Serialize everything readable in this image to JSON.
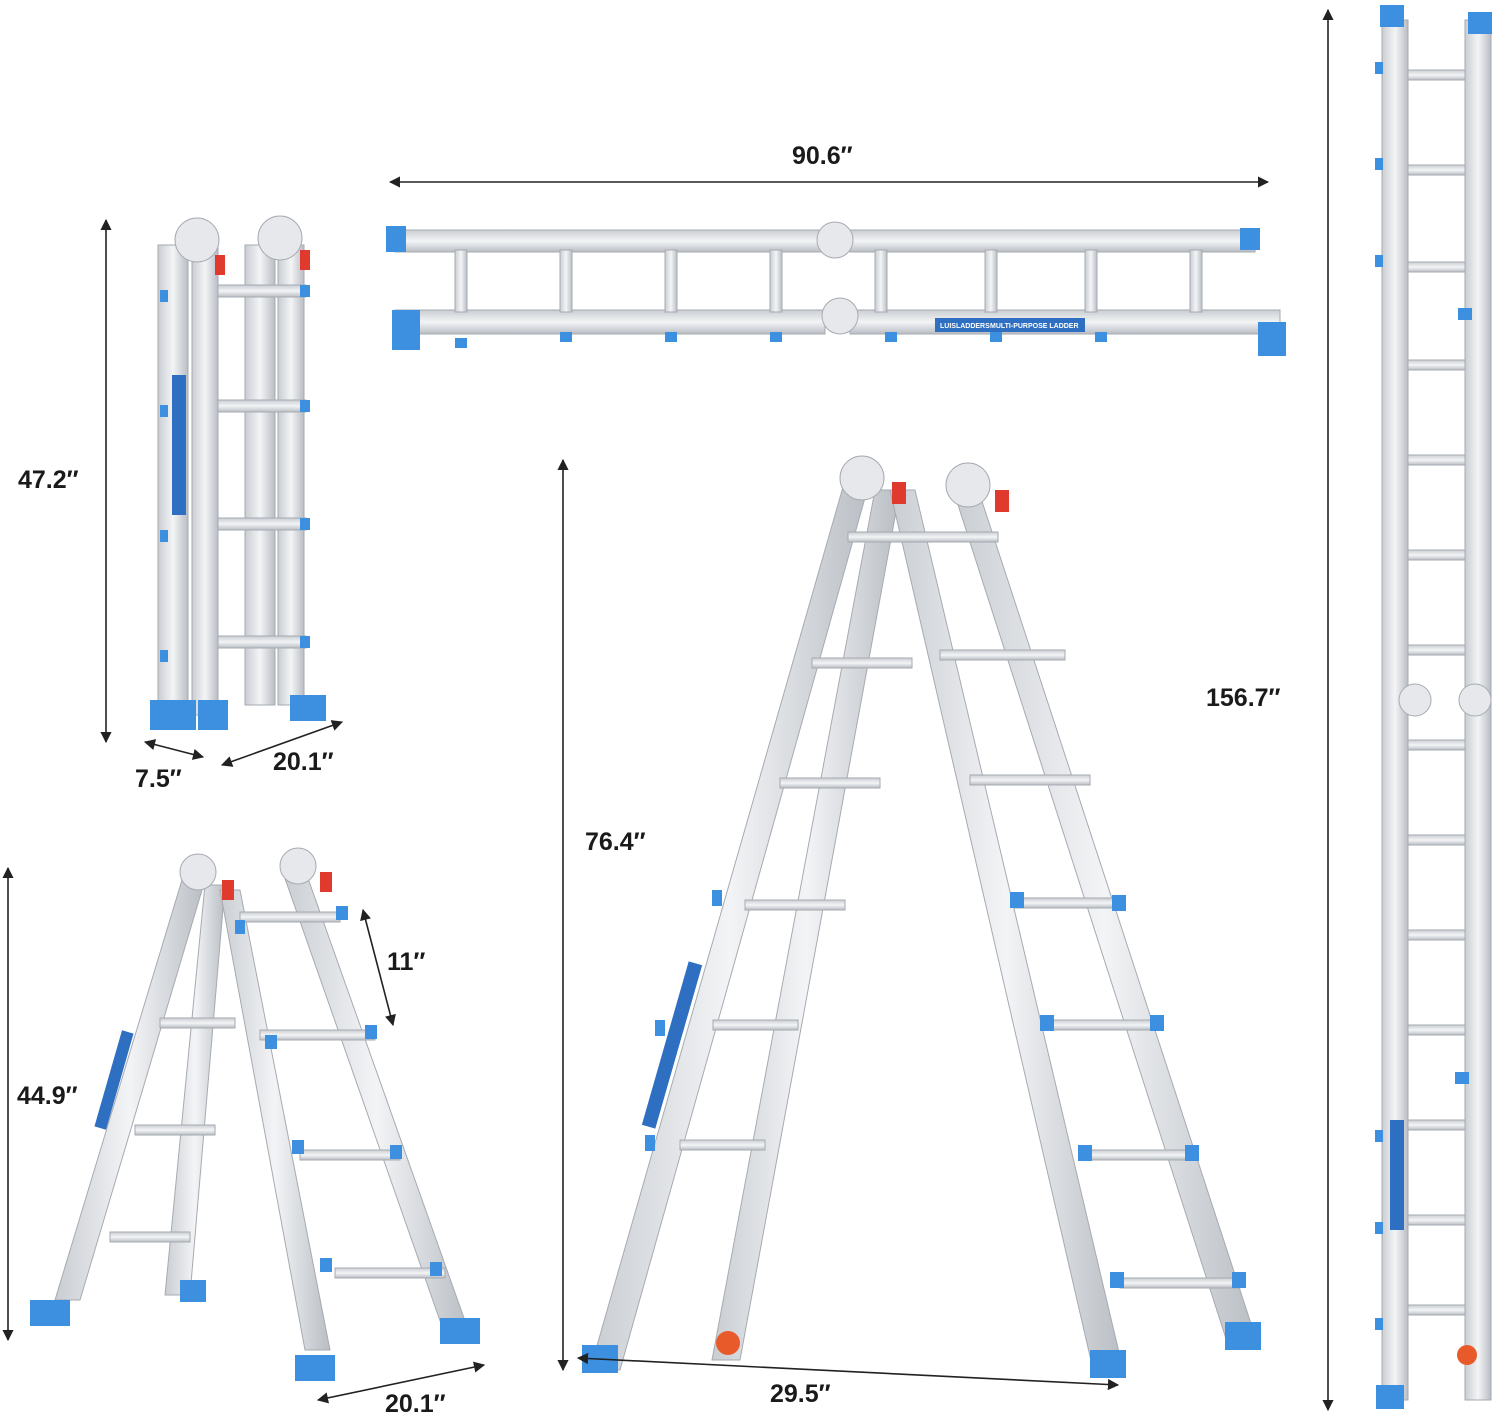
{
  "palette": {
    "aluminum": "#dfe2e6",
    "aluminum_dark": "#aeb3b9",
    "foot_blue": "#3d8fe0",
    "lock_red": "#e03a2e",
    "label_blue": "#2e6fc2",
    "dim_line": "#222222"
  },
  "brand": {
    "logo": "LUISLADDERS",
    "label": "MULTI-PURPOSE LADDER"
  },
  "dimensions": {
    "folded_height": "47.2″",
    "folded_depth": "7.5″",
    "folded_width": "20.1″",
    "straight_length_horizontal": "90.6″",
    "a_frame_height": "76.4″",
    "a_frame_spread": "29.5″",
    "extension_length": "156.7″",
    "small_a_height": "44.9″",
    "rung_spacing": "11″",
    "small_a_width": "20.1″"
  }
}
